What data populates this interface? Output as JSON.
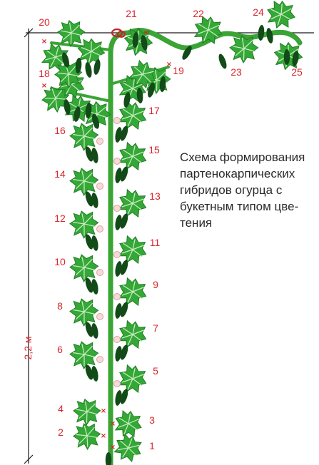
{
  "caption": {
    "lines": [
      "Схема формирования",
      "партенокарпических",
      "гибридов огурца с",
      "букетным типом цве-",
      "тения"
    ]
  },
  "height_label": "2,2 м",
  "node_labels": [
    "1",
    "2",
    "3",
    "4",
    "5",
    "6",
    "7",
    "8",
    "9",
    "10",
    "11",
    "12",
    "13",
    "14",
    "15",
    "16",
    "17",
    "18",
    "19",
    "20",
    "21",
    "22",
    "23",
    "24",
    "25"
  ],
  "colors": {
    "stem": "#3aa435",
    "leaf": "#34a836",
    "leaf_vein": "#c8ecc0",
    "fruit": "#124a18",
    "label": "#d8262c",
    "pinch_mark": "#d8262c",
    "ring": "#e0a0a0",
    "line": "#1a1a1a"
  },
  "icons": {
    "leaf": "leaf-icon",
    "cucumber": "cucumber-icon",
    "pinch": "pinch-mark-icon",
    "trellis_knot": "trellis-knot-icon"
  }
}
